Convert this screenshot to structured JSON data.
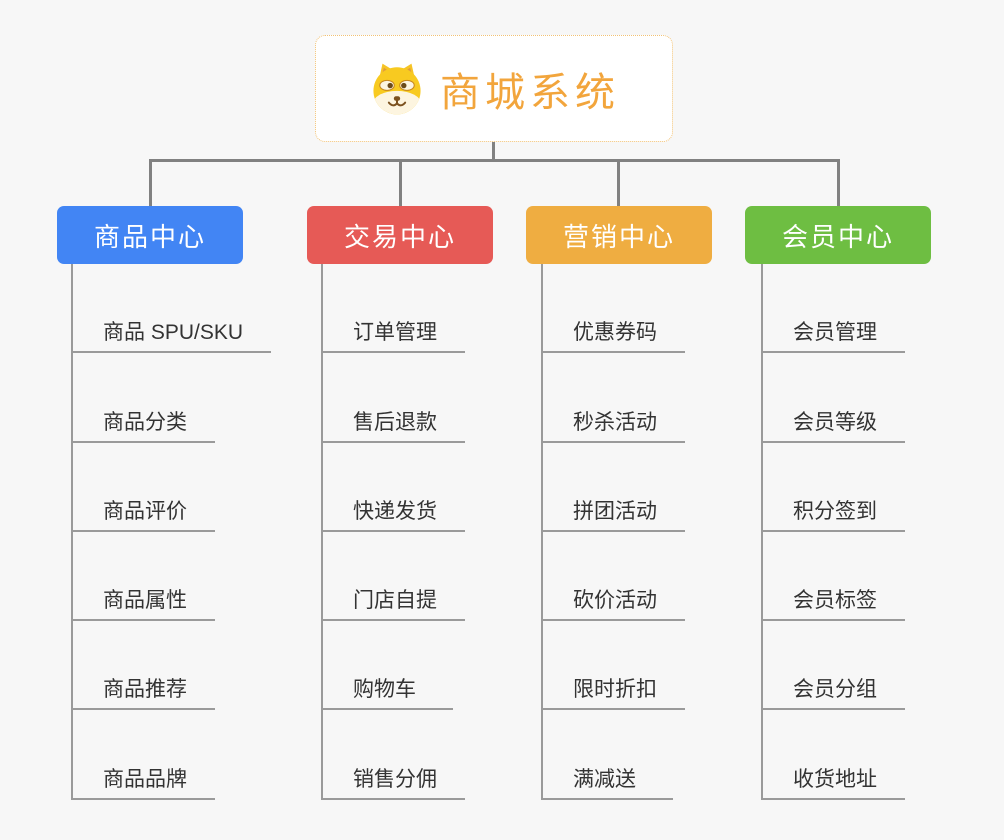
{
  "root": {
    "title": "商城系统",
    "icon": "dog-face-icon",
    "accent_color": "#f2a53c",
    "border_color": "#f2c275"
  },
  "connector_color": "#818181",
  "leaf_line_color": "#9a9a9a",
  "branches": [
    {
      "label": "商品中心",
      "color": "#4285f4",
      "items": [
        "商品 SPU/SKU",
        "商品分类",
        "商品评价",
        "商品属性",
        "商品推荐",
        "商品品牌"
      ]
    },
    {
      "label": "交易中心",
      "color": "#e65a56",
      "items": [
        "订单管理",
        "售后退款",
        "快递发货",
        "门店自提",
        "购物车",
        "销售分佣"
      ]
    },
    {
      "label": "营销中心",
      "color": "#efad41",
      "items": [
        "优惠券码",
        "秒杀活动",
        "拼团活动",
        "砍价活动",
        "限时折扣",
        "满减送"
      ]
    },
    {
      "label": "会员中心",
      "color": "#6ebe42",
      "items": [
        "会员管理",
        "会员等级",
        "积分签到",
        "会员标签",
        "会员分组",
        "收货地址"
      ]
    }
  ]
}
